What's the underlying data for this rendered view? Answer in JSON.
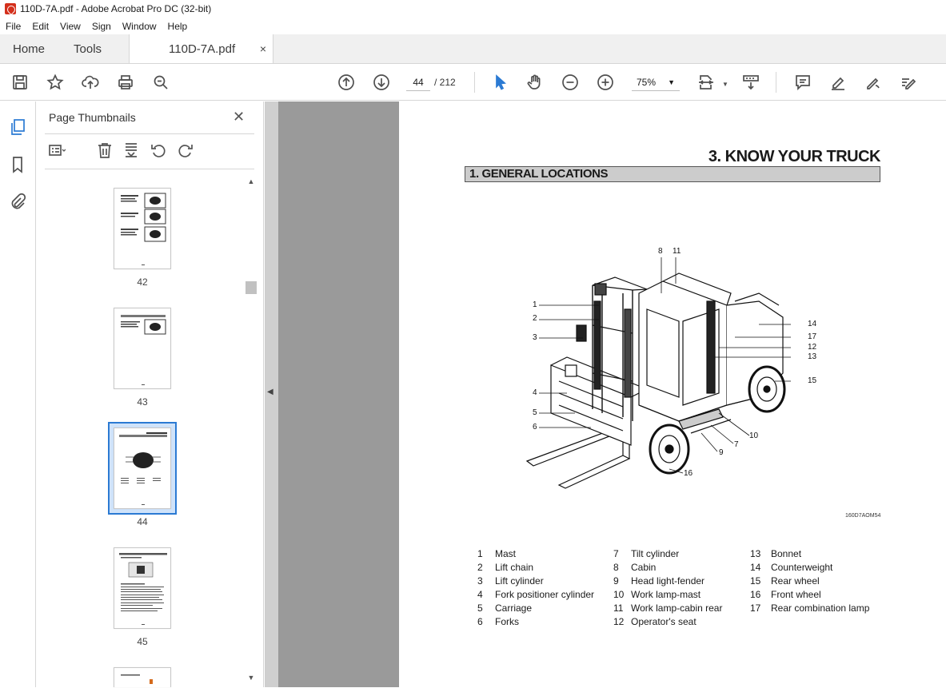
{
  "window": {
    "title": "110D-7A.pdf - Adobe Acrobat Pro DC (32-bit)"
  },
  "menu": [
    "File",
    "Edit",
    "View",
    "Sign",
    "Window",
    "Help"
  ],
  "tabs": {
    "home": "Home",
    "tools": "Tools",
    "document": "110D-7A.pdf",
    "close_glyph": "×"
  },
  "toolbar": {
    "current_page": "44",
    "total_pages": "/ 212",
    "zoom": "75%",
    "icons": [
      "save-icon",
      "star-icon",
      "upload-icon",
      "print-icon",
      "search-zoom-icon",
      "page-up-icon",
      "page-down-icon",
      "select-cursor-icon",
      "hand-icon",
      "zoom-out-icon",
      "zoom-in-icon",
      "page-fit-icon",
      "scroll-mode-icon",
      "comment-icon",
      "highlight-icon",
      "draw-icon",
      "fill-sign-icon"
    ]
  },
  "panel": {
    "title": "Page Thumbnails",
    "close_glyph": "✕",
    "thumbnails": [
      {
        "page": "42"
      },
      {
        "page": "43"
      },
      {
        "page": "44",
        "selected": true
      },
      {
        "page": "45"
      }
    ]
  },
  "document": {
    "chapter_title": "3. KNOW YOUR TRUCK",
    "section_title": "1. GENERAL LOCATIONS",
    "figure_code": "160D7AOM54",
    "callouts": [
      "8",
      "11",
      "1",
      "2",
      "3",
      "4",
      "5",
      "6",
      "14",
      "17",
      "12",
      "13",
      "15",
      "10",
      "7",
      "9",
      "16"
    ],
    "legend": [
      [
        {
          "n": "1",
          "label": "Mast"
        },
        {
          "n": "2",
          "label": "Lift chain"
        },
        {
          "n": "3",
          "label": "Lift cylinder"
        },
        {
          "n": "4",
          "label": "Fork positioner cylinder"
        },
        {
          "n": "5",
          "label": "Carriage"
        },
        {
          "n": "6",
          "label": "Forks"
        }
      ],
      [
        {
          "n": "7",
          "label": "Tilt cylinder"
        },
        {
          "n": "8",
          "label": "Cabin"
        },
        {
          "n": "9",
          "label": "Head light-fender"
        },
        {
          "n": "10",
          "label": "Work lamp-mast"
        },
        {
          "n": "11",
          "label": "Work lamp-cabin rear"
        },
        {
          "n": "12",
          "label": "Operator's seat"
        }
      ],
      [
        {
          "n": "13",
          "label": "Bonnet"
        },
        {
          "n": "14",
          "label": "Counterweight"
        },
        {
          "n": "15",
          "label": "Rear wheel"
        },
        {
          "n": "16",
          "label": "Front wheel"
        },
        {
          "n": "17",
          "label": "Rear combination lamp"
        }
      ]
    ]
  },
  "colors": {
    "accent": "#2b7ad3",
    "doc_background": "#9a9a9a",
    "section_bar": "#cccccc",
    "acrobat_red": "#d4301c"
  }
}
